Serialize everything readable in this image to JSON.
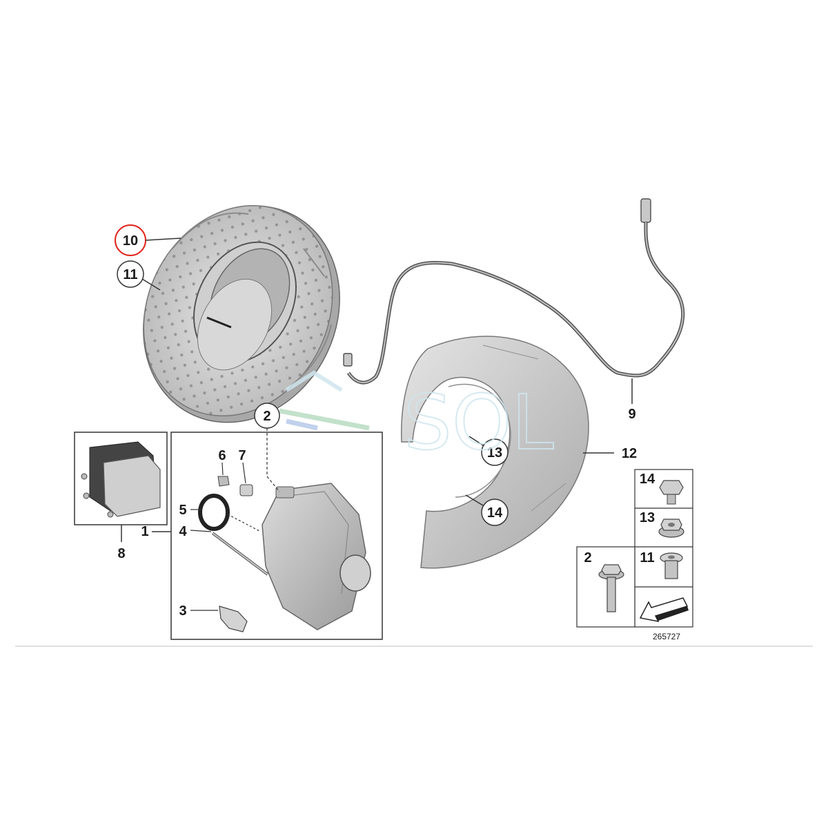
{
  "diagram": {
    "reference_number": "265727",
    "callouts": {
      "disc_10": "10",
      "disc_11": "11",
      "caliper_2": "2",
      "screw_6": "6",
      "bleeder_7": "7",
      "seal_5": "5",
      "caliper_1": "1",
      "pin_4": "4",
      "spring_3": "3",
      "pads_8": "8",
      "sensor_9": "9",
      "shield_12": "12",
      "shield_13": "13",
      "shield_14": "14"
    },
    "fastener_table": {
      "row_14": "14",
      "row_13": "13",
      "row_11": "11",
      "bolt_2": "2"
    },
    "watermark": "SOL",
    "colors": {
      "highlight_ring": "#e2231a",
      "line": "#333333",
      "part_fill": "#c8c8c8"
    }
  }
}
